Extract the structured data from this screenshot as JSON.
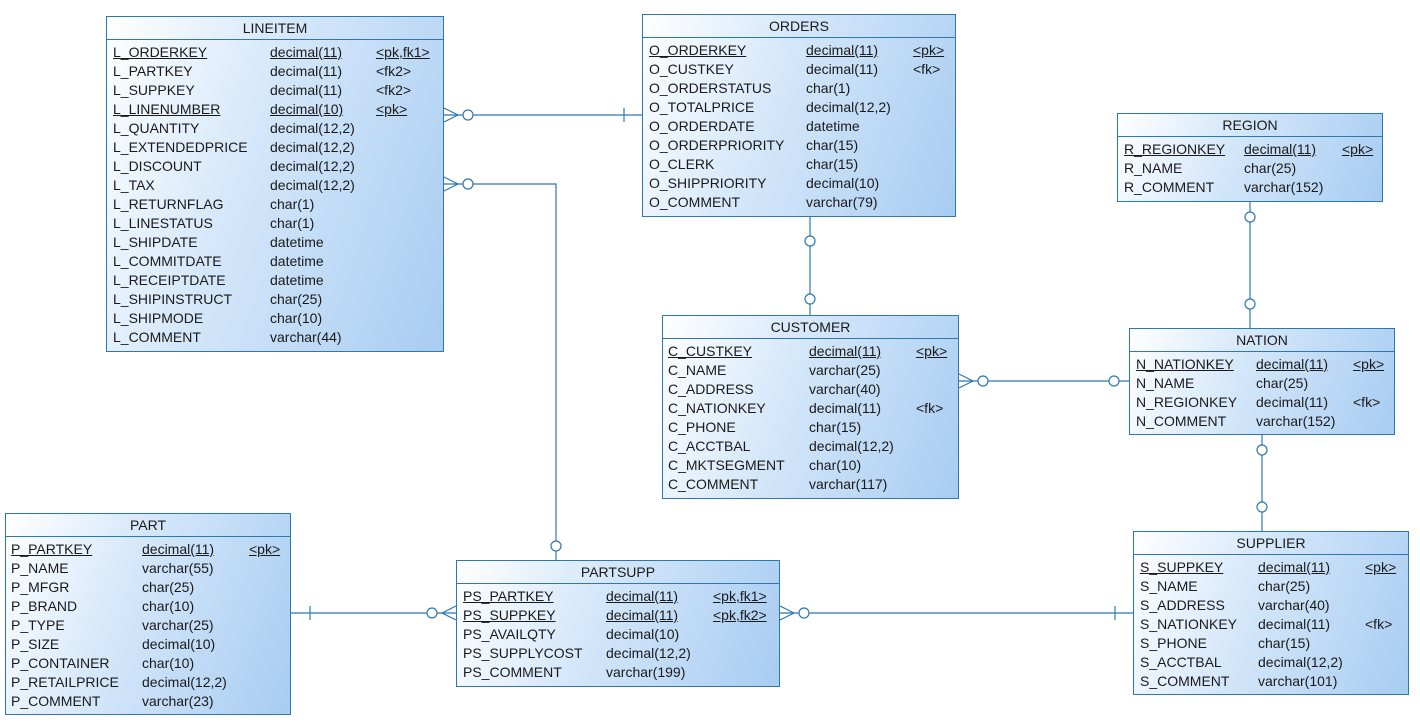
{
  "colors": {
    "line": "#2e78b0",
    "border": "#2e78b0",
    "fill_light": "#ffffff",
    "fill_dark": "#a8ccf2"
  },
  "entities": {
    "lineitem": {
      "title": "LINEITEM",
      "columns": [
        {
          "name": "L_ORDERKEY",
          "type": "decimal(11)",
          "key": "<pk,fk1>",
          "primary": true
        },
        {
          "name": "L_PARTKEY",
          "type": "decimal(11)",
          "key": "<fk2>",
          "primary": false
        },
        {
          "name": "L_SUPPKEY",
          "type": "decimal(11)",
          "key": "<fk2>",
          "primary": false
        },
        {
          "name": "L_LINENUMBER",
          "type": "decimal(10)",
          "key": "<pk>",
          "primary": true
        },
        {
          "name": "L_QUANTITY",
          "type": "decimal(12,2)",
          "key": "",
          "primary": false
        },
        {
          "name": "L_EXTENDEDPRICE",
          "type": "decimal(12,2)",
          "key": "",
          "primary": false
        },
        {
          "name": "L_DISCOUNT",
          "type": "decimal(12,2)",
          "key": "",
          "primary": false
        },
        {
          "name": "L_TAX",
          "type": "decimal(12,2)",
          "key": "",
          "primary": false
        },
        {
          "name": "L_RETURNFLAG",
          "type": "char(1)",
          "key": "",
          "primary": false
        },
        {
          "name": "L_LINESTATUS",
          "type": "char(1)",
          "key": "",
          "primary": false
        },
        {
          "name": "L_SHIPDATE",
          "type": "datetime",
          "key": "",
          "primary": false
        },
        {
          "name": "L_COMMITDATE",
          "type": "datetime",
          "key": "",
          "primary": false
        },
        {
          "name": "L_RECEIPTDATE",
          "type": "datetime",
          "key": "",
          "primary": false
        },
        {
          "name": "L_SHIPINSTRUCT",
          "type": "char(25)",
          "key": "",
          "primary": false
        },
        {
          "name": "L_SHIPMODE",
          "type": "char(10)",
          "key": "",
          "primary": false
        },
        {
          "name": "L_COMMENT",
          "type": "varchar(44)",
          "key": "",
          "primary": false
        }
      ]
    },
    "orders": {
      "title": "ORDERS",
      "columns": [
        {
          "name": "O_ORDERKEY",
          "type": "decimal(11)",
          "key": "<pk>",
          "primary": true
        },
        {
          "name": "O_CUSTKEY",
          "type": "decimal(11)",
          "key": "<fk>",
          "primary": false
        },
        {
          "name": "O_ORDERSTATUS",
          "type": "char(1)",
          "key": "",
          "primary": false
        },
        {
          "name": "O_TOTALPRICE",
          "type": "decimal(12,2)",
          "key": "",
          "primary": false
        },
        {
          "name": "O_ORDERDATE",
          "type": "datetime",
          "key": "",
          "primary": false
        },
        {
          "name": "O_ORDERPRIORITY",
          "type": "char(15)",
          "key": "",
          "primary": false
        },
        {
          "name": "O_CLERK",
          "type": "char(15)",
          "key": "",
          "primary": false
        },
        {
          "name": "O_SHIPPRIORITY",
          "type": "decimal(10)",
          "key": "",
          "primary": false
        },
        {
          "name": "O_COMMENT",
          "type": "varchar(79)",
          "key": "",
          "primary": false
        }
      ]
    },
    "region": {
      "title": "REGION",
      "columns": [
        {
          "name": "R_REGIONKEY",
          "type": "decimal(11)",
          "key": "<pk>",
          "primary": true
        },
        {
          "name": "R_NAME",
          "type": "char(25)",
          "key": "",
          "primary": false
        },
        {
          "name": "R_COMMENT",
          "type": "varchar(152)",
          "key": "",
          "primary": false
        }
      ]
    },
    "customer": {
      "title": "CUSTOMER",
      "columns": [
        {
          "name": "C_CUSTKEY",
          "type": "decimal(11)",
          "key": "<pk>",
          "primary": true
        },
        {
          "name": "C_NAME",
          "type": "varchar(25)",
          "key": "",
          "primary": false
        },
        {
          "name": "C_ADDRESS",
          "type": "varchar(40)",
          "key": "",
          "primary": false
        },
        {
          "name": "C_NATIONKEY",
          "type": "decimal(11)",
          "key": "<fk>",
          "primary": false
        },
        {
          "name": "C_PHONE",
          "type": "char(15)",
          "key": "",
          "primary": false
        },
        {
          "name": "C_ACCTBAL",
          "type": "decimal(12,2)",
          "key": "",
          "primary": false
        },
        {
          "name": "C_MKTSEGMENT",
          "type": "char(10)",
          "key": "",
          "primary": false
        },
        {
          "name": "C_COMMENT",
          "type": "varchar(117)",
          "key": "",
          "primary": false
        }
      ]
    },
    "nation": {
      "title": "NATION",
      "columns": [
        {
          "name": "N_NATIONKEY",
          "type": "decimal(11)",
          "key": "<pk>",
          "primary": true
        },
        {
          "name": "N_NAME",
          "type": "char(25)",
          "key": "",
          "primary": false
        },
        {
          "name": "N_REGIONKEY",
          "type": "decimal(11)",
          "key": "<fk>",
          "primary": false
        },
        {
          "name": "N_COMMENT",
          "type": "varchar(152)",
          "key": "",
          "primary": false
        }
      ]
    },
    "part": {
      "title": "PART",
      "columns": [
        {
          "name": "P_PARTKEY",
          "type": "decimal(11)",
          "key": "<pk>",
          "primary": true
        },
        {
          "name": "P_NAME",
          "type": "varchar(55)",
          "key": "",
          "primary": false
        },
        {
          "name": "P_MFGR",
          "type": "char(25)",
          "key": "",
          "primary": false
        },
        {
          "name": "P_BRAND",
          "type": "char(10)",
          "key": "",
          "primary": false
        },
        {
          "name": "P_TYPE",
          "type": "varchar(25)",
          "key": "",
          "primary": false
        },
        {
          "name": "P_SIZE",
          "type": "decimal(10)",
          "key": "",
          "primary": false
        },
        {
          "name": "P_CONTAINER",
          "type": "char(10)",
          "key": "",
          "primary": false
        },
        {
          "name": "P_RETAILPRICE",
          "type": "decimal(12,2)",
          "key": "",
          "primary": false
        },
        {
          "name": "P_COMMENT",
          "type": "varchar(23)",
          "key": "",
          "primary": false
        }
      ]
    },
    "partsupp": {
      "title": "PARTSUPP",
      "columns": [
        {
          "name": "PS_PARTKEY",
          "type": "decimal(11)",
          "key": "<pk,fk1>",
          "primary": true
        },
        {
          "name": "PS_SUPPKEY",
          "type": "decimal(11)",
          "key": "<pk,fk2>",
          "primary": true
        },
        {
          "name": "PS_AVAILQTY",
          "type": "decimal(10)",
          "key": "",
          "primary": false
        },
        {
          "name": "PS_SUPPLYCOST",
          "type": "decimal(12,2)",
          "key": "",
          "primary": false
        },
        {
          "name": "PS_COMMENT",
          "type": "varchar(199)",
          "key": "",
          "primary": false
        }
      ]
    },
    "supplier": {
      "title": "SUPPLIER",
      "columns": [
        {
          "name": "S_SUPPKEY",
          "type": "decimal(11)",
          "key": "<pk>",
          "primary": true
        },
        {
          "name": "S_NAME",
          "type": "char(25)",
          "key": "",
          "primary": false
        },
        {
          "name": "S_ADDRESS",
          "type": "varchar(40)",
          "key": "",
          "primary": false
        },
        {
          "name": "S_NATIONKEY",
          "type": "decimal(11)",
          "key": "<fk>",
          "primary": false
        },
        {
          "name": "S_PHONE",
          "type": "char(15)",
          "key": "",
          "primary": false
        },
        {
          "name": "S_ACCTBAL",
          "type": "decimal(12,2)",
          "key": "",
          "primary": false
        },
        {
          "name": "S_COMMENT",
          "type": "varchar(101)",
          "key": "",
          "primary": false
        }
      ]
    }
  }
}
